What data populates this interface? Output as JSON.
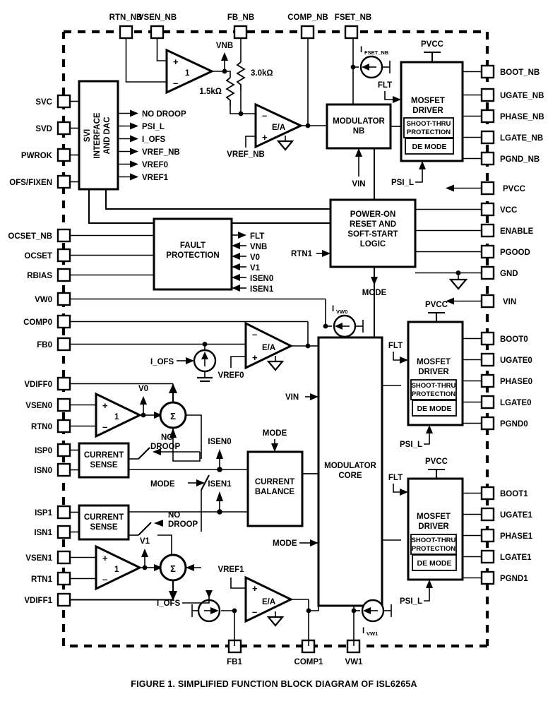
{
  "figure": {
    "caption": "FIGURE 1.  SIMPLIFIED FUNCTION BLOCK DIAGRAM OF ISL6265A",
    "part": "ISL6265A"
  },
  "blocks": {
    "svi": {
      "line1": "SVI",
      "line2": "INTERFACE",
      "line3": "AND DAC"
    },
    "fault": {
      "line1": "FAULT",
      "line2": "PROTECTION"
    },
    "por": {
      "line1": "POWER-ON",
      "line2": "RESET AND",
      "line3": "SOFT-START",
      "line4": "LOGIC"
    },
    "modulator_nb": {
      "line1": "MODULATOR",
      "line2": "NB"
    },
    "modulator_core": {
      "line1": "MODULATOR",
      "line2": "CORE"
    },
    "current_balance": {
      "line1": "CURRENT",
      "line2": "BALANCE"
    },
    "current_sense_0": {
      "line1": "CURRENT",
      "line2": "SENSE"
    },
    "current_sense_1": {
      "line1": "CURRENT",
      "line2": "SENSE"
    },
    "driver_nb": {
      "line1": "MOSFET",
      "line2": "DRIVER",
      "shoot1": "SHOOT-THRU",
      "shoot2": "PROTECTION",
      "demode": "DE MODE"
    },
    "driver_0": {
      "line1": "MOSFET",
      "line2": "DRIVER",
      "shoot1": "SHOOT-THRU",
      "shoot2": "PROTECTION",
      "demode": "DE MODE"
    },
    "driver_1": {
      "line1": "MOSFET",
      "line2": "DRIVER",
      "shoot1": "SHOOT-THRU",
      "shoot2": "PROTECTION",
      "demode": "DE MODE"
    }
  },
  "pins": {
    "top": [
      {
        "label": "RTN_NB"
      },
      {
        "label": "VSEN_NB"
      },
      {
        "label": "FB_NB"
      },
      {
        "label": "COMP_NB"
      },
      {
        "label": "FSET_NB"
      }
    ],
    "left": [
      {
        "label": "SVC"
      },
      {
        "label": "SVD"
      },
      {
        "label": "PWROK"
      },
      {
        "label": "OFS/FIXEN"
      },
      {
        "label": "OCSET_NB"
      },
      {
        "label": "OCSET"
      },
      {
        "label": "RBIAS"
      },
      {
        "label": "VW0"
      },
      {
        "label": "COMP0"
      },
      {
        "label": "FB0"
      },
      {
        "label": "VDIFF0"
      },
      {
        "label": "VSEN0"
      },
      {
        "label": "RTN0"
      },
      {
        "label": "ISP0"
      },
      {
        "label": "ISN0"
      },
      {
        "label": "ISP1"
      },
      {
        "label": "ISN1"
      },
      {
        "label": "VSEN1"
      },
      {
        "label": "RTN1"
      },
      {
        "label": "VDIFF1"
      }
    ],
    "right": [
      {
        "label": "BOOT_NB"
      },
      {
        "label": "UGATE_NB"
      },
      {
        "label": "PHASE_NB"
      },
      {
        "label": "LGATE_NB"
      },
      {
        "label": "PGND_NB"
      },
      {
        "label": "PVCC"
      },
      {
        "label": "VCC"
      },
      {
        "label": "ENABLE"
      },
      {
        "label": "PGOOD"
      },
      {
        "label": "GND"
      },
      {
        "label": "VIN"
      },
      {
        "label": "BOOT0"
      },
      {
        "label": "UGATE0"
      },
      {
        "label": "PHASE0"
      },
      {
        "label": "LGATE0"
      },
      {
        "label": "PGND0"
      },
      {
        "label": "BOOT1"
      },
      {
        "label": "UGATE1"
      },
      {
        "label": "PHASE1"
      },
      {
        "label": "LGATE1"
      },
      {
        "label": "PGND1"
      }
    ],
    "bottom": [
      {
        "label": "FB1"
      },
      {
        "label": "COMP1"
      },
      {
        "label": "VW1"
      }
    ]
  },
  "signals": {
    "svi_outputs": [
      "NO DROOP",
      "PSI_L",
      "I_OFS",
      "VREF_NB",
      "VREF0",
      "VREF1"
    ],
    "fault_outputs": [
      "FLT",
      "VNB",
      "V0",
      "V1",
      "ISEN0",
      "ISEN1"
    ],
    "vnb": "VNB",
    "v0": "V0",
    "v1": "V1",
    "vref_nb": "VREF_NB",
    "vref0": "VREF0",
    "vref1": "VREF1",
    "vin": "VIN",
    "mode": "MODE",
    "rtn1": "RTN1",
    "psi_l": "PSI_L",
    "flt": "FLT",
    "pvcc": "PVCC",
    "isen0": "ISEN0",
    "isen1": "ISEN1",
    "i_ofs": "I_OFS",
    "no_droop_1": "NO",
    "no_droop_2": "DROOP",
    "no_droop_inline": "NO DROOP",
    "ea": "E/A",
    "unity_gain": "1",
    "sigma": "Σ"
  },
  "components": {
    "r_feedback": "3.0kΩ",
    "r_droop": "1.5kΩ",
    "i_fset_nb_main": "I",
    "i_fset_nb_sub": "FSET_NB",
    "i_vw0_main": "I",
    "i_vw0_sub": "VW0",
    "i_vw1_main": "I",
    "i_vw1_sub": "VW1"
  }
}
